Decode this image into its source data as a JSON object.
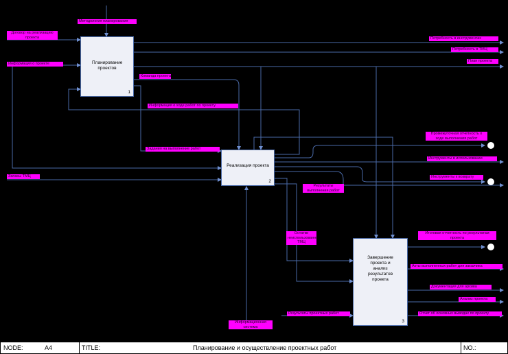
{
  "diagram": {
    "boxes": [
      {
        "title": "Планирование проектов",
        "number": "1"
      },
      {
        "title": "Реализация проекта",
        "number": "2"
      },
      {
        "title": "Завершение проекта и анализ результатов проекта",
        "number": "3"
      }
    ],
    "labels": {
      "methodology": "Методология планирования",
      "contract": "Договор на реализацию проекта",
      "project_info": "Информация о проекте",
      "need_instruments": "Потребность в инструментах",
      "need_tmc": "Потребность в ТМЦ",
      "project_plan": "План проекта",
      "project_team": "Команда проекта",
      "work_info": "Информация о ходе работ по проекту",
      "tasks": "Задания на выполнение работ",
      "tmc_stock": "Запасы ТМЦ",
      "report_intermediate": "Промежуточная отчетность о ходе выполнения работ",
      "tools_used": "Инструменты в использовании",
      "tools_return": "Инструменты к возврату",
      "work_results": "Результаты выполнения работ",
      "unused_tmc": "Остатки неиспользованных ТМЦ",
      "deliverables": "Результаты проектных работ",
      "software": "Информационная система",
      "final_report": "Итоговая отчетность по результатам проекта",
      "client_acts": "Акты выполненных работ для заказчика",
      "archive": "Документация для архива",
      "project_analysis": "Анализ проекта",
      "lessons": "Отчет об основных выводах по проекту"
    }
  },
  "footer": {
    "node_label": "NODE:",
    "node_value": "A4",
    "title_label": "TITLE:",
    "title_value": "Планирование и осуществление проектных работ",
    "no_label": "NO.:"
  },
  "colors": {
    "background": "#000000",
    "arrow": "#4a6aa8",
    "label": "#ff00ff",
    "box": "#eef0f7"
  }
}
